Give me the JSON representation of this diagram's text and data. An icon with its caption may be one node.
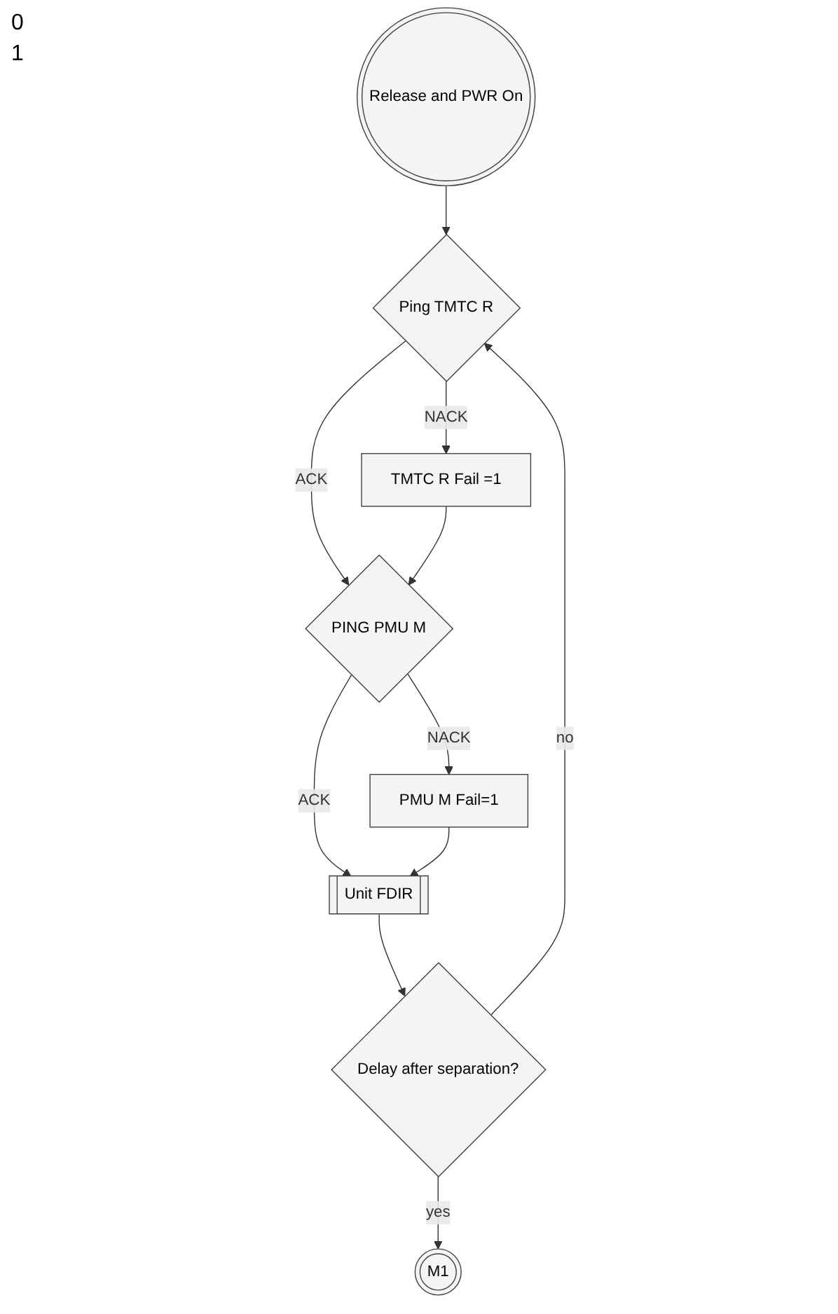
{
  "diagram": {
    "nodes": [
      {
        "text": [
          "Release and PWR On"
        ]
      },
      {
        "text": [
          "Ping TMTC R"
        ]
      },
      {
        "text": [
          "TMTC R Fail =1"
        ]
      },
      {
        "text": [
          "PING PMU M"
        ]
      },
      {
        "text": [
          "PMU M Fail=1"
        ]
      },
      {
        "text": [
          "Unit FDIR"
        ]
      },
      {
        "text": [
          "Delay after separation?"
        ]
      },
      {
        "text": [
          "M1"
        ]
      }
    ],
    "edges": [
      {
        "from": 0,
        "to": 1,
        "arrow": "to"
      },
      {
        "from": 1,
        "to": 2,
        "label": "NACK",
        "arrow": "to"
      },
      {
        "from": 1,
        "to": 3,
        "label": "ACK",
        "arrow": "to"
      },
      {
        "from": 2,
        "to": 3,
        "arrow": "to"
      },
      {
        "from": 3,
        "to": 4,
        "label": "NACK",
        "arrow": "to"
      },
      {
        "from": 3,
        "to": 5,
        "label": "ACK",
        "arrow": "to"
      },
      {
        "from": 4,
        "to": 5,
        "arrow": "to"
      },
      {
        "from": 5,
        "to": 6,
        "arrow": "to"
      },
      {
        "from": 6,
        "to": 1,
        "label": "no",
        "arrow": "to"
      },
      {
        "from": 6,
        "to": 7,
        "label": "yes",
        "arrow": "to"
      }
    ],
    "labels": [
      "0",
      "1"
    ]
  }
}
